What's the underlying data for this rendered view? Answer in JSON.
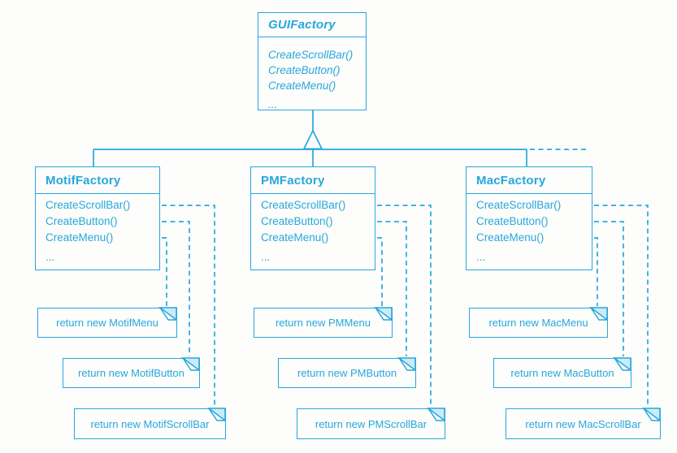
{
  "diagram": {
    "colors": {
      "line": "#27a7dd",
      "note_fold_fill": "#cdeaf7",
      "background": "#fdfdfb"
    },
    "classes": [
      {
        "name": "GUIFactory",
        "abstract": true,
        "methods": [
          "CreateScrollBar()",
          "CreateButton()",
          "CreateMenu()",
          "..."
        ]
      },
      {
        "name": "MotifFactory",
        "abstract": false,
        "methods": [
          "CreateScrollBar()",
          "CreateButton()",
          "CreateMenu()",
          "..."
        ]
      },
      {
        "name": "PMFactory",
        "abstract": false,
        "methods": [
          "CreateScrollBar()",
          "CreateButton()",
          "CreateMenu()",
          "..."
        ]
      },
      {
        "name": "MacFactory",
        "abstract": false,
        "methods": [
          "CreateScrollBar()",
          "CreateButton()",
          "CreateMenu()",
          "..."
        ]
      }
    ],
    "notes": [
      {
        "text": "return new MotifMenu"
      },
      {
        "text": "return new MotifButton"
      },
      {
        "text": "return new MotifScrollBar"
      },
      {
        "text": "return new PMMenu"
      },
      {
        "text": "return new PMButton"
      },
      {
        "text": "return new PMScrollBar"
      },
      {
        "text": "return new MacMenu"
      },
      {
        "text": "return new MacButton"
      },
      {
        "text": "return new MacScrollBar"
      }
    ]
  }
}
